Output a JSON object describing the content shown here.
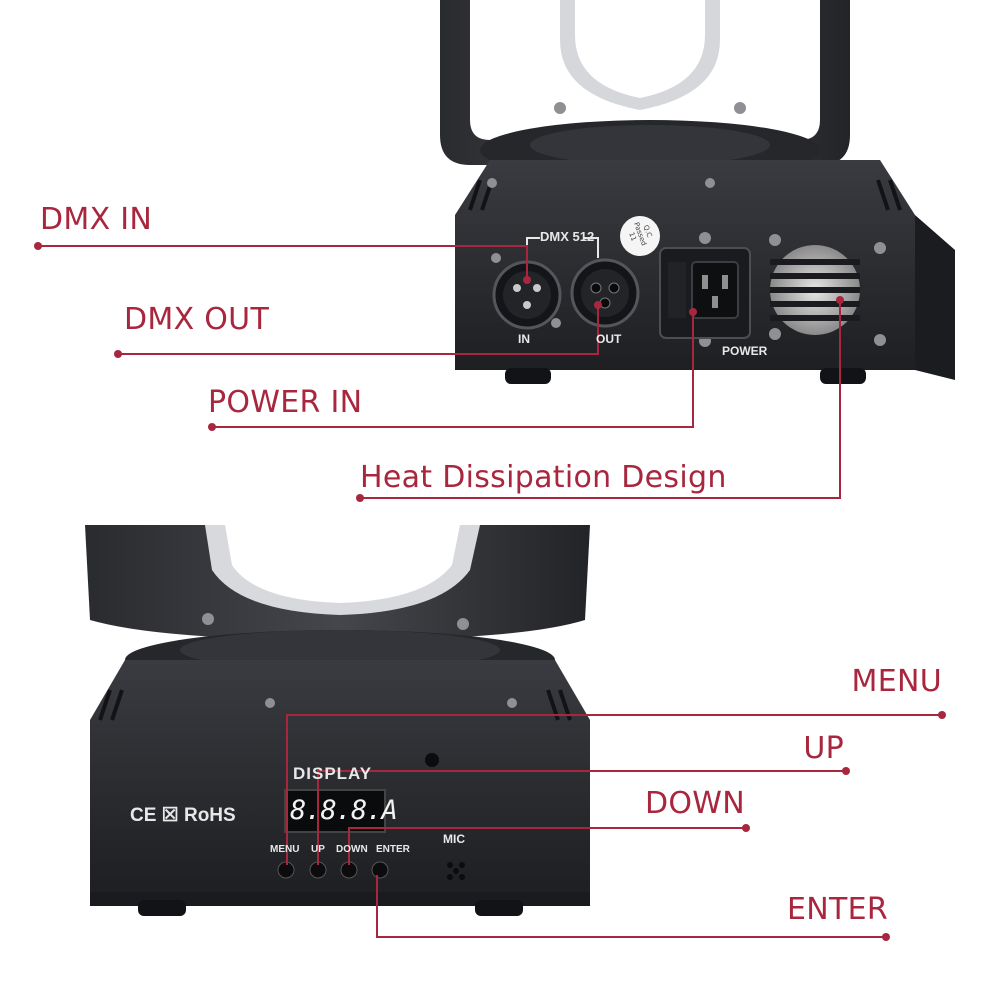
{
  "colors": {
    "accent": "#a8273f",
    "fixture_body": "#2b2c30",
    "fixture_dark": "#1a1b1e",
    "panel_text": "#e8e8e8",
    "display_digits": "#f2f2f2"
  },
  "callouts": {
    "dmx_in": "DMX IN",
    "dmx_out": "DMX OUT",
    "power_in": "POWER IN",
    "heat": "Heat Dissipation Design",
    "menu": "MENU",
    "up": "UP",
    "down": "DOWN",
    "enter": "ENTER"
  },
  "rear_panel": {
    "dmx_title": "DMX 512",
    "in_label": "IN",
    "out_label": "OUT",
    "power_label": "POWER",
    "sticker_line1": "Q.C",
    "sticker_line2": "Passed",
    "sticker_line3": "11"
  },
  "front_panel": {
    "display_title": "DISPLAY",
    "display_value": "8.8.8.A",
    "cert_marks": "CE ☒ RoHS",
    "btn_menu": "MENU",
    "btn_up": "UP",
    "btn_down": "DOWN",
    "btn_enter": "ENTER",
    "mic_label": "MIC"
  },
  "icons": [
    "xlr-male-connector-icon",
    "xlr-female-connector-icon",
    "iec-power-socket-icon",
    "fan-vent-icon",
    "ce-mark-icon",
    "weee-bin-icon",
    "microphone-icon"
  ]
}
